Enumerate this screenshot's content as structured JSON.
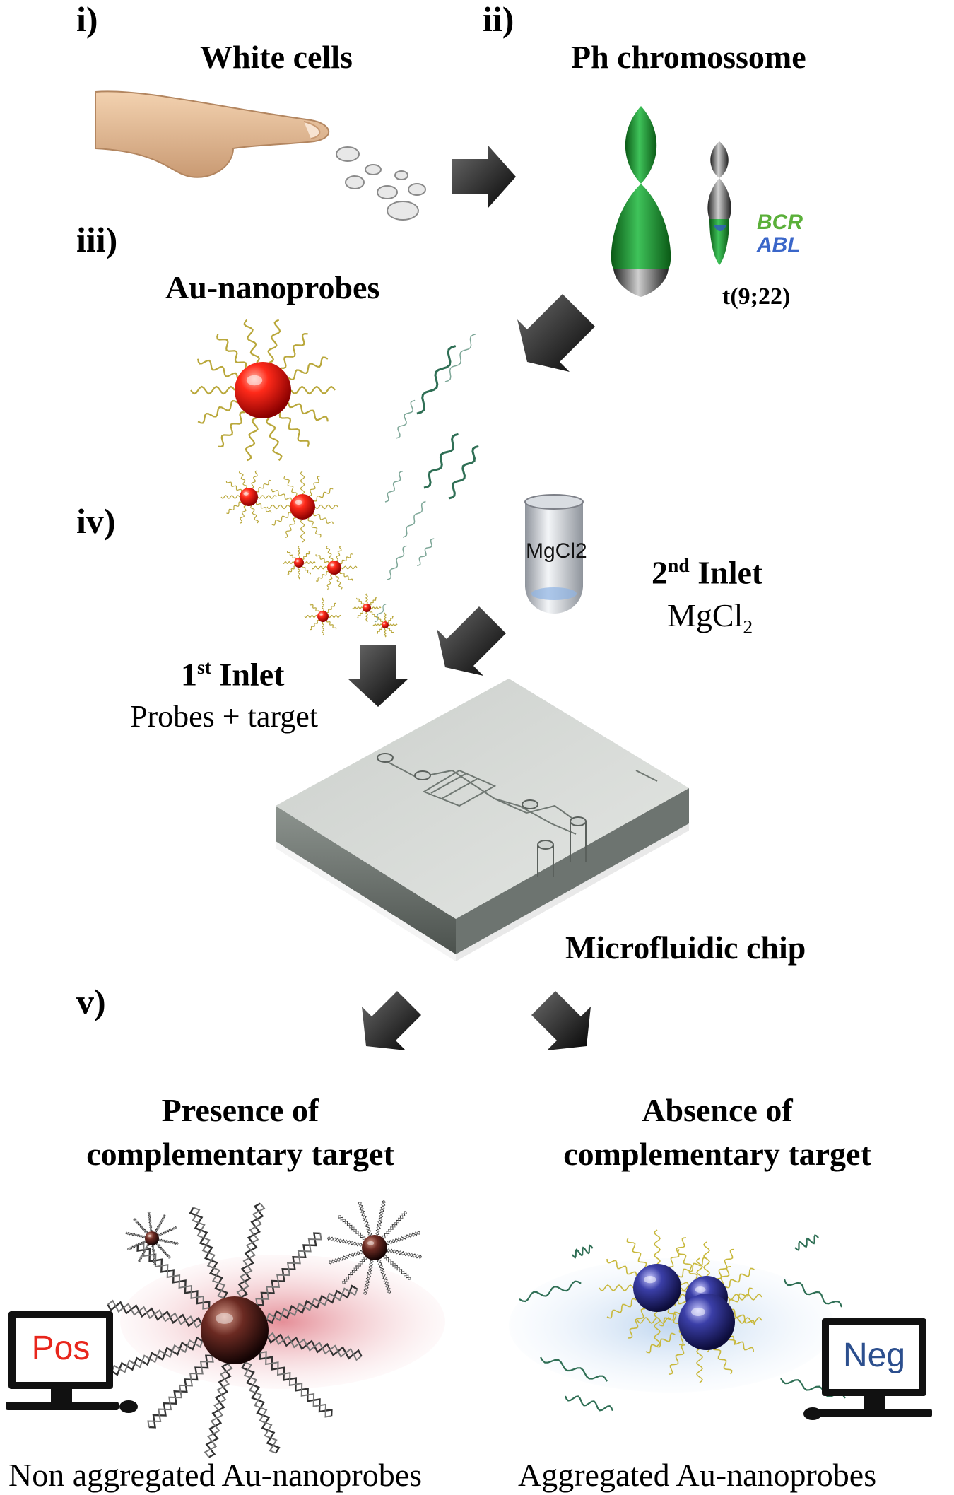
{
  "steps": {
    "i": "i)",
    "ii": "ii)",
    "iii": "iii)",
    "iv": "iv)",
    "v": "v)"
  },
  "labels": {
    "white_cells": "White cells",
    "ph_chromosome": "Ph chromossome",
    "bcr": "BCR",
    "abl": "ABL",
    "translocation": "t(9;22)",
    "au_nanoprobes": "Au-nanoprobes",
    "tube_label": "MgCl2",
    "inlet2_ordinal": "2",
    "inlet2_sup": "nd",
    "inlet2_word": "Inlet",
    "inlet2_reagent": "MgCl",
    "inlet2_reagent_sub": "2",
    "inlet1_ordinal": "1",
    "inlet1_sup": "st",
    "inlet1_word": "Inlet",
    "inlet1_content": "Probes + target",
    "chip": "Microfluidic chip",
    "presence_line1": "Presence of",
    "presence_line2": "complementary target",
    "absence_line1": "Absence of",
    "absence_line2": "complementary target",
    "pos_screen": "Pos",
    "neg_screen": "Neg",
    "non_aggregated": "Non aggregated Au-nanoprobes",
    "aggregated": "Aggregated Au-nanoprobes"
  },
  "colors": {
    "chromosome_green": "#1f9a2f",
    "bcr_green": "#5bb03a",
    "abl_blue": "#3a66c9",
    "gold_np_red": "#e01818",
    "pos_red": "#e8261c",
    "neg_blue": "#2c4f8e",
    "aggregate_blue": "#2a2f86",
    "dna_green": "#2f6f55",
    "ligand_yellow": "#c8b83c"
  },
  "icons": [
    "finger-prick-icon",
    "blood-drops-icon",
    "arrow-icon",
    "chromosome-icon",
    "gold-nanoprobe-icon",
    "dna-strand-icon",
    "tube-icon",
    "chip-icon",
    "monitor-icon"
  ]
}
